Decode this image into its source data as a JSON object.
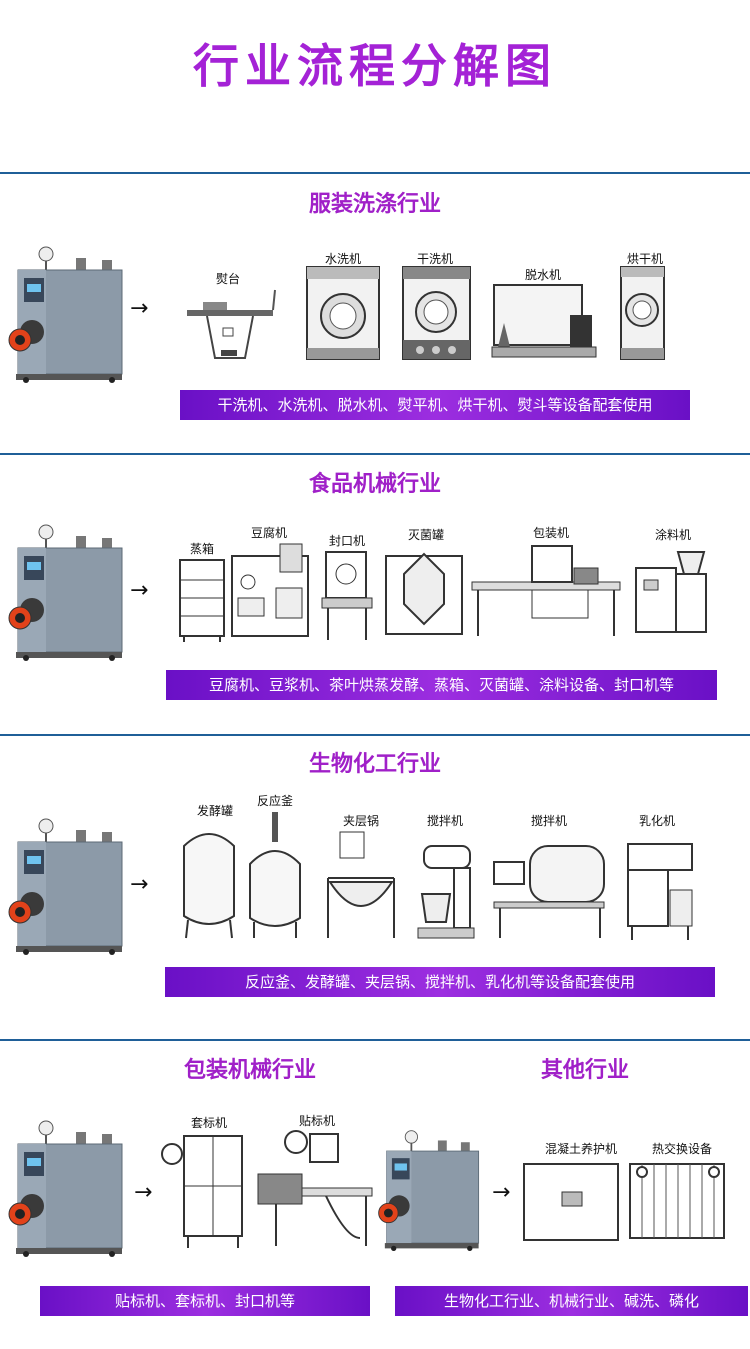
{
  "title": "行业流程分解图",
  "sections": [
    {
      "title": "服装洗涤行业",
      "banner": "干洗机、水洗机、脱水机、熨平机、烘干机、熨斗等设备配套使用",
      "labels": [
        "熨台",
        "水洗机",
        "干洗机",
        "脱水机",
        "烘干机"
      ]
    },
    {
      "title": "食品机械行业",
      "banner": "豆腐机、豆浆机、茶叶烘蒸发酵、蒸箱、灭菌罐、涂料设备、封口机等",
      "labels": [
        "蒸箱",
        "豆腐机",
        "封口机",
        "灭菌罐",
        "包装机",
        "涂料机"
      ]
    },
    {
      "title": "生物化工行业",
      "banner": "反应釜、发酵罐、夹层锅、搅拌机、乳化机等设备配套使用",
      "labels": [
        "发酵罐",
        "反应釜",
        "夹层锅",
        "搅拌机",
        "搅拌机",
        "乳化机"
      ]
    },
    {
      "title": "包装机械行业",
      "banner": "贴标机、套标机、封口机等",
      "labels": [
        "套标机",
        "贴标机"
      ]
    },
    {
      "title": "其他行业",
      "banner": "生物化工行业、机械行业、碱洗、磷化",
      "labels": [
        "混凝土养护机",
        "热交换设备"
      ]
    }
  ],
  "icons": [
    "steam-boiler-icon",
    "right-arrow-icon"
  ],
  "colors": {
    "accent": "#a020c8",
    "banner": "#7a18d0",
    "divider": "#1f5f98"
  }
}
